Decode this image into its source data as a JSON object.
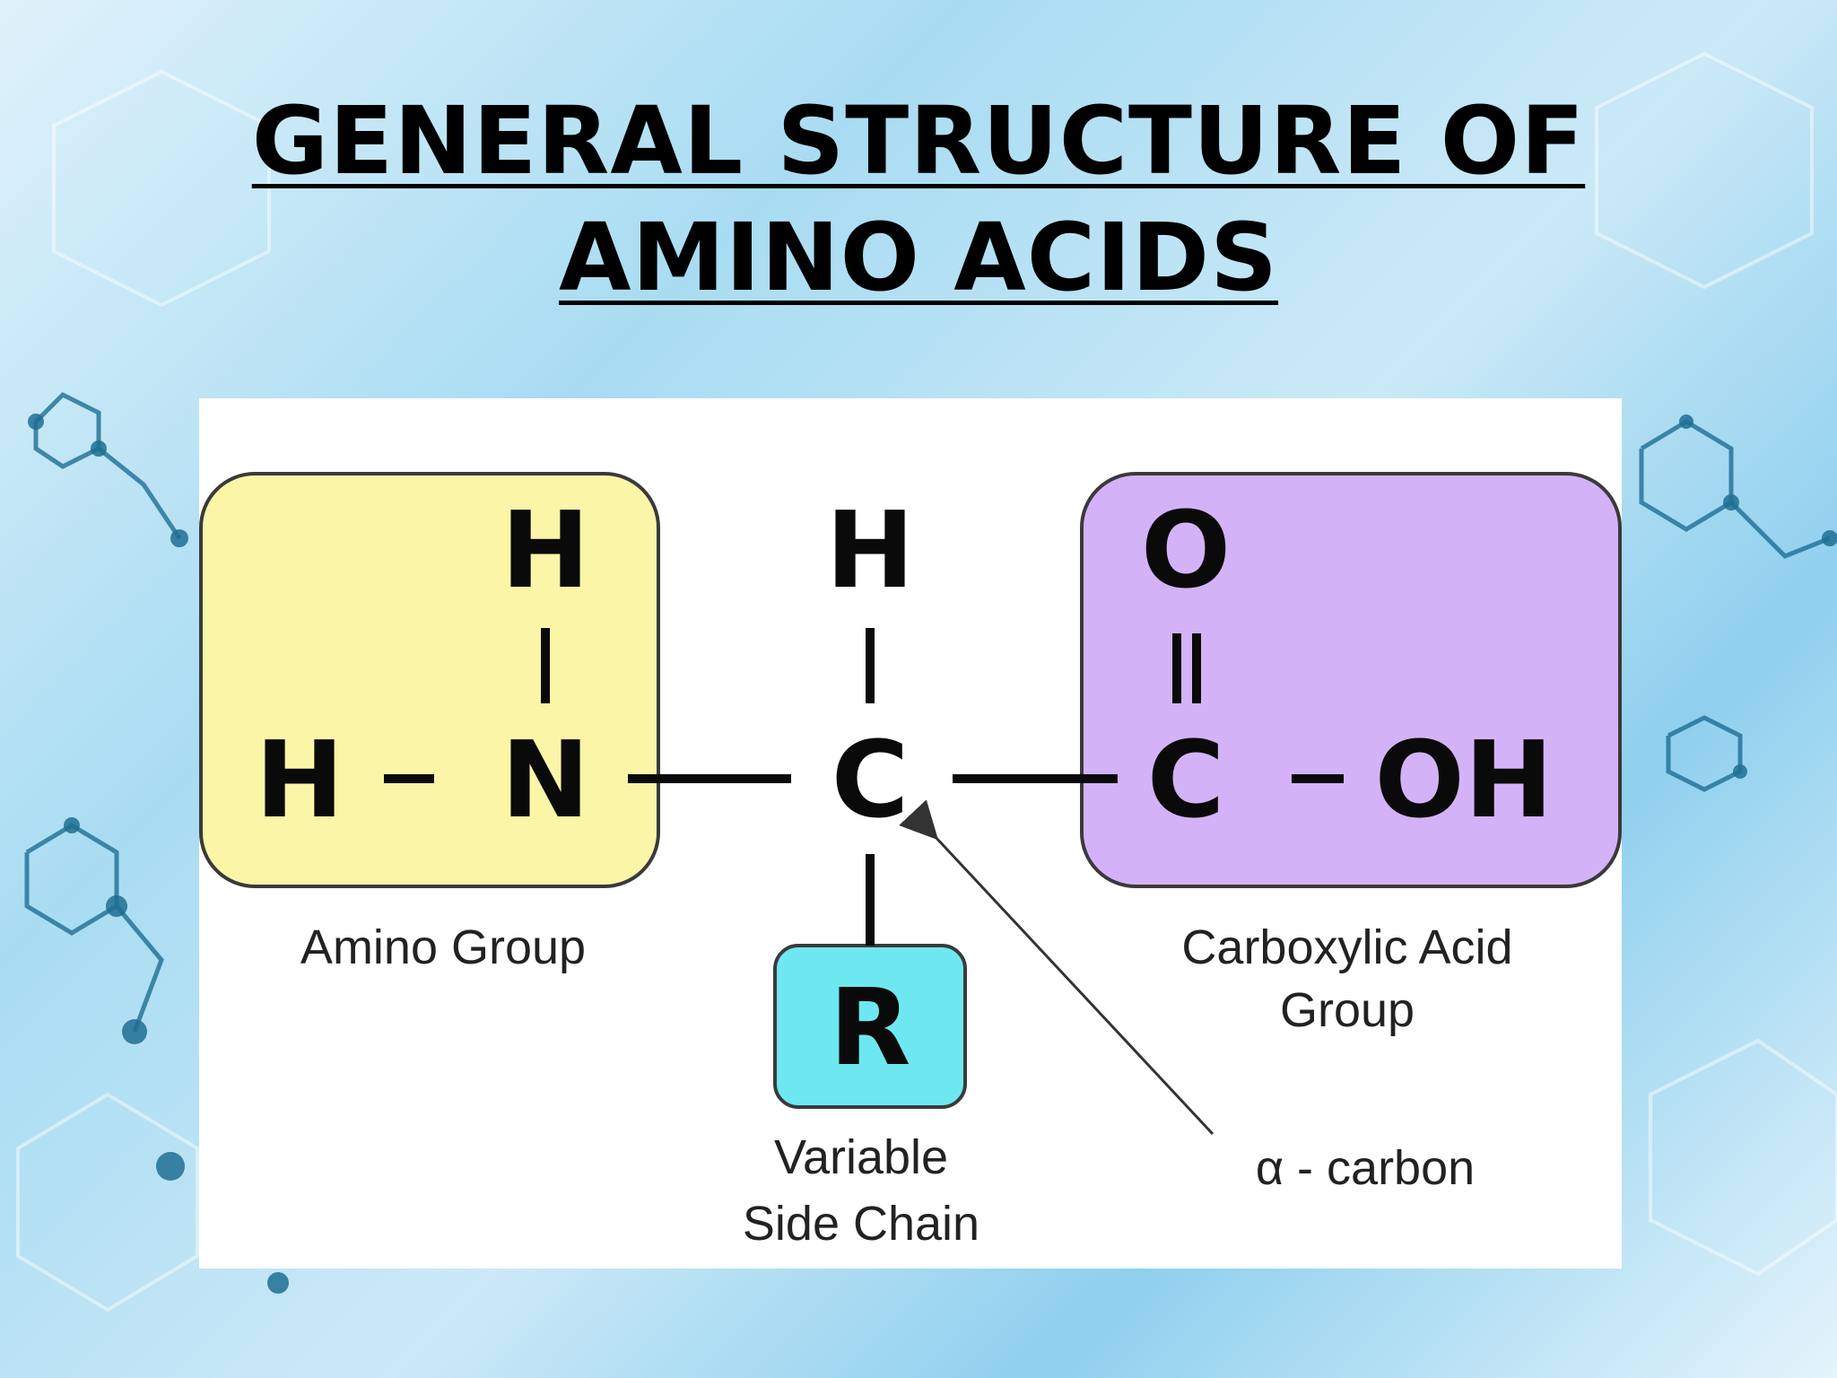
{
  "title": {
    "line1": "GENERAL STRUCTURE OF",
    "line2": "AMINO ACIDS"
  },
  "diagram": {
    "amino_group": {
      "atoms": {
        "top_h": "H",
        "left_h": "H",
        "n": "N"
      },
      "label": "Amino Group",
      "color": "#fbf5a8"
    },
    "alpha_carbon": {
      "atoms": {
        "top_h": "H",
        "c": "C"
      }
    },
    "side_chain": {
      "atom": "R",
      "label_line1": "Variable",
      "label_line2": "Side Chain",
      "color": "#6ee8f0"
    },
    "carboxyl_group": {
      "atoms": {
        "o": "O",
        "c": "C",
        "oh": "OH"
      },
      "label_line1": "Carboxylic Acid",
      "label_line2": "Group",
      "color": "#d4b2f8"
    },
    "alpha_label": "α - carbon"
  },
  "colors": {
    "background": "#a9dcf2",
    "panel": "#ffffff",
    "text": "#000000"
  }
}
